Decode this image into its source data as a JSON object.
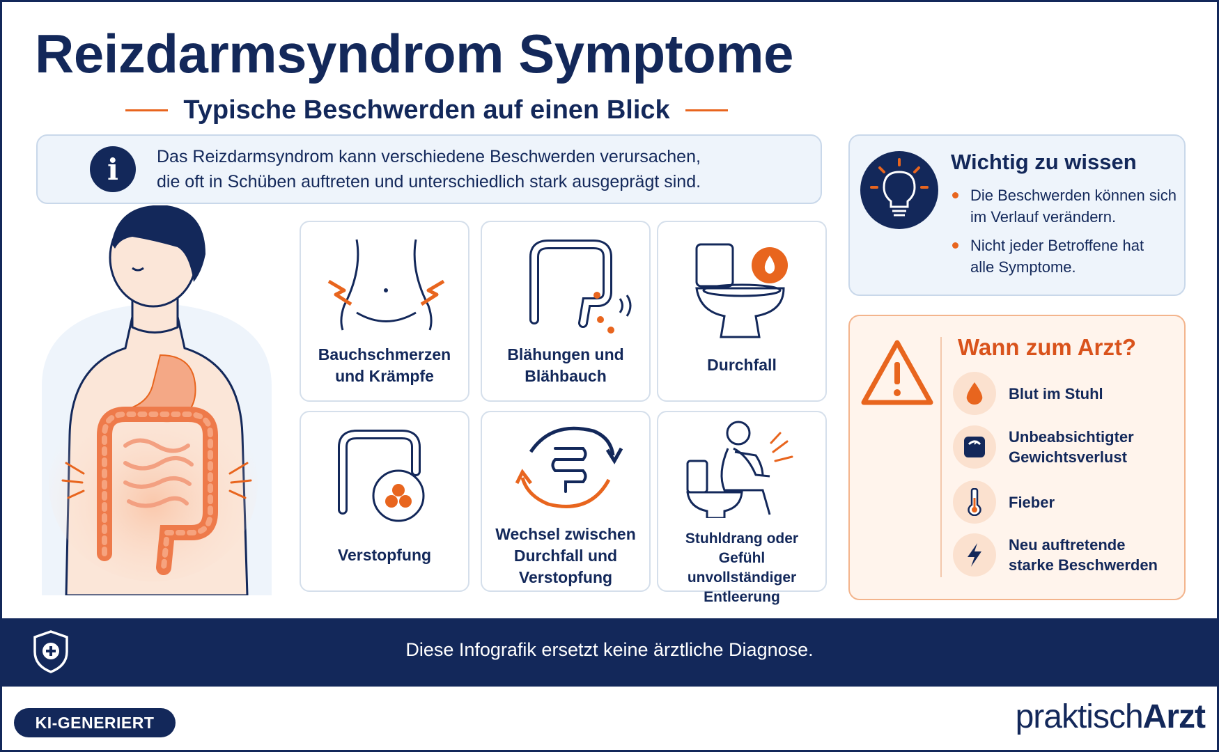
{
  "header": {
    "title": "Reizdarmsyndrom Symptome",
    "subtitle": "Typische Beschwerden auf einen Blick"
  },
  "info": {
    "line1": "Das Reizdarmsyndrom kann verschiedene Beschwerden verursachen,",
    "line2": "die oft in Schüben auftreten und unterschiedlich stark ausgeprägt sind."
  },
  "symptoms": [
    {
      "line1": "Bauchschmerzen",
      "line2": "und Krämpfe",
      "icon": "abdomen-pain-icon"
    },
    {
      "line1": "Blähungen und",
      "line2": "Blähbauch",
      "icon": "bloating-icon"
    },
    {
      "line1": "Durchfall",
      "icon": "toilet-icon"
    },
    {
      "line1": "Verstopfung",
      "icon": "constipation-icon"
    },
    {
      "line1": "Wechsel zwischen",
      "line2": "Durchfall und",
      "line3": "Verstopfung",
      "icon": "cycle-intestine-icon"
    },
    {
      "line1": "Stuhldrang oder",
      "line2": "Gefühl unvollständiger",
      "line3": "Entleerung",
      "icon": "person-toilet-icon"
    }
  ],
  "wichtig": {
    "title": "Wichtig zu wissen",
    "items": [
      {
        "line1": "Die Beschwerden können sich",
        "line2": "im Verlauf verändern."
      },
      {
        "line1": "Nicht jeder Betroffene hat",
        "line2": "alle Symptome."
      }
    ]
  },
  "arzt": {
    "title": "Wann zum Arzt?",
    "items": [
      {
        "line1": "Blut im Stuhl",
        "icon": "blood-drop-icon"
      },
      {
        "line1": "Unbeabsichtigter",
        "line2": "Gewichtsverlust",
        "icon": "scale-icon"
      },
      {
        "line1": "Fieber",
        "icon": "thermometer-icon"
      },
      {
        "line1": "Neu auftretende",
        "line2": "starke Beschwerden",
        "icon": "lightning-icon"
      }
    ]
  },
  "footer": {
    "disclaimer": "Diese Infografik ersetzt keine ärztliche Diagnose."
  },
  "badge": "KI-GENERIERT",
  "brand": {
    "part1": "praktisch",
    "part2": "Arzt"
  },
  "colors": {
    "navy": "#13285a",
    "orange": "#e8651e",
    "light_blue": "#eef4fb",
    "light_orange": "#fff4ec"
  }
}
